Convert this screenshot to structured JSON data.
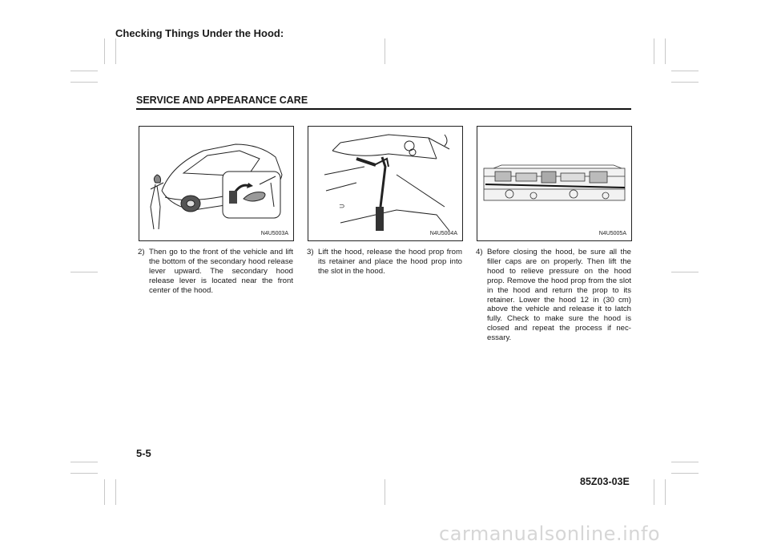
{
  "header": {
    "chapter_title": "Checking Things Under the Hood:",
    "section_title": "SERVICE AND APPEARANCE CARE"
  },
  "figures": [
    {
      "code": "N4U5003A"
    },
    {
      "code": "N4U5004A"
    },
    {
      "code": "N4U5005A"
    }
  ],
  "steps": [
    {
      "number": "2)",
      "text": "Then go to the front of the vehicle and lift the bottom of the secondary hood release lever upward. The secondary hood release lever is located near the front center of the hood."
    },
    {
      "number": "3)",
      "text": "Lift the hood, release the hood prop from its retainer and place the hood prop into the slot in the hood."
    },
    {
      "number": "4)",
      "text": "Before closing the hood, be sure all the filler caps are on properly. Then lift the hood to relieve pressure on the hood prop. Remove the hood prop from the slot in the hood and return the prop to its retainer. Lower the hood 12 in (30 cm) above the vehicle and release it to latch fully. Check to make sure the hood is closed and repeat the process if nec-essary."
    }
  ],
  "footer": {
    "page_number": "5-5",
    "doc_code": "85Z03-03E",
    "watermark": "carmanualsonline.info"
  }
}
